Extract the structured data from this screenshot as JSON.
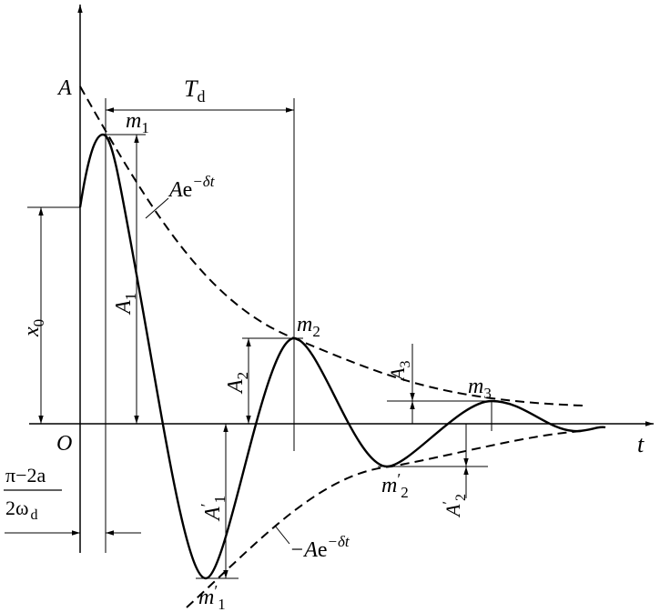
{
  "labels": {
    "amp": "A",
    "origin": "O",
    "time_axis": "t",
    "period_T": "T",
    "period_sub": "d",
    "x0_x": "x",
    "x0_sub": "0",
    "m1_m": "m",
    "m1_sub": "1",
    "m2_m": "m",
    "m2_sub": "2",
    "m3_m": "m",
    "m3_sub": "3",
    "m1p_m": "m",
    "m1p_prime": "′",
    "m1p_sub": "1",
    "m2p_m": "m",
    "m2p_prime": "′",
    "m2p_sub": "2",
    "A1_A": "A",
    "A1_sub": "1",
    "A2_A": "A",
    "A2_sub": "2",
    "A3_A": "A",
    "A3_sub": "3",
    "A1p_A": "A",
    "A1p_prime": "′",
    "A1p_sub": "1",
    "A2p_A": "A",
    "A2p_prime": "′",
    "A2p_sub": "2",
    "env_pos_A": "A",
    "env_pos_e": "e",
    "env_pos_exp": "−δt",
    "env_neg_minusA": "−A",
    "env_neg_e": "e",
    "env_neg_exp": "−δt",
    "phase_num": "π−2a",
    "phase_den_2w": "2ω",
    "phase_den_sub": "d"
  }
}
